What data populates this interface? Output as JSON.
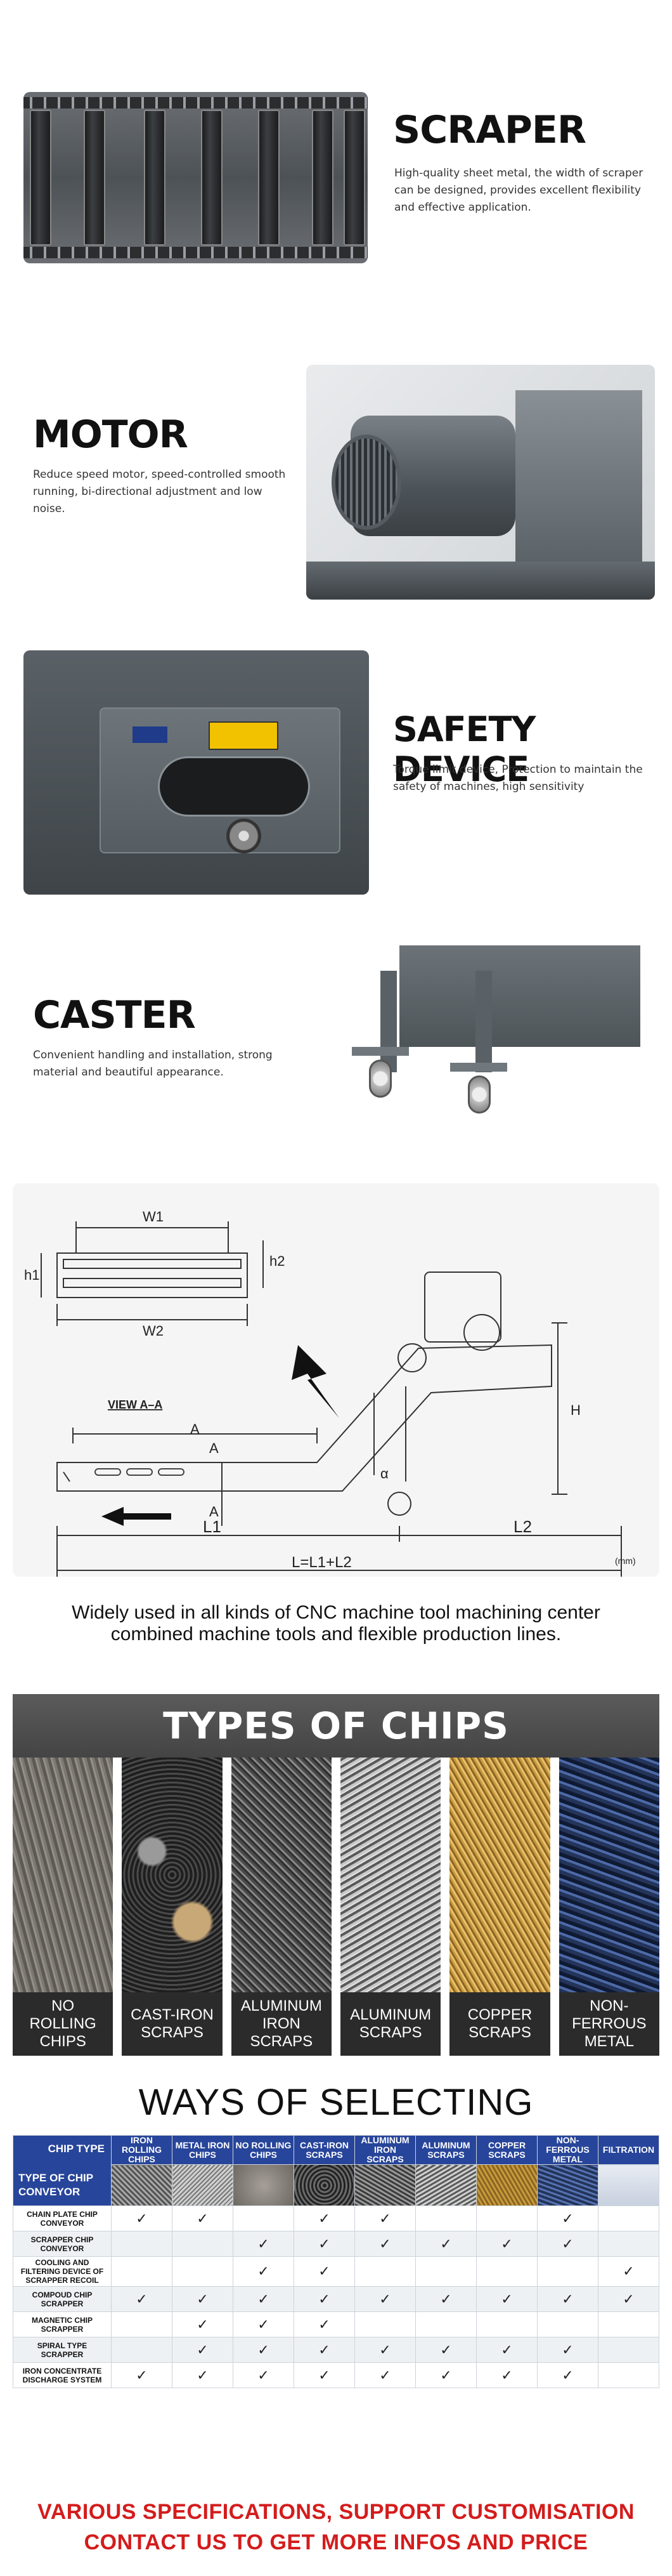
{
  "features": [
    {
      "title": "SCRAPER",
      "desc": "High-quality sheet metal, the width of scraper can be designed, provides excellent flexibility and effective application."
    },
    {
      "title": "MOTOR",
      "desc": "Reduce speed motor, speed-controlled smooth running, bi-directional adjustment and low noise."
    },
    {
      "title": "SAFETY DEVICE",
      "desc": "Torque limit device, Protection to maintain the safety of machines, high sensitivity"
    },
    {
      "title": "CASTER",
      "desc": "Convenient handling and installation, strong material and beautiful appearance."
    }
  ],
  "diagram": {
    "w1": "W1",
    "w2": "W2",
    "h1": "h1",
    "h2": "h2",
    "h": "H",
    "view": "VIEW A–A",
    "a": "A",
    "alpha": "α",
    "l1": "L1",
    "l2": "L2",
    "l": "L=L1+L2",
    "unit": "(mm)"
  },
  "usage_text": [
    "Widely used in all kinds of CNC machine tool machining center",
    "combined machine tools and flexible production lines."
  ],
  "chips": {
    "title": "TYPES OF CHIPS",
    "items": [
      "NO ROLLING CHIPS",
      "CAST-IRON SCRAPS",
      "ALUMINUM IRON SCRAPS",
      "ALUMINUM SCRAPS",
      "COPPER SCRAPS",
      "NON-FERROUS METAL"
    ]
  },
  "selecting": {
    "title": "WAYS OF SELECTING",
    "corner_top": "CHIP TYPE",
    "corner_bottom": "TYPE OF CHIP CONVEYOR",
    "columns": [
      "IRON ROLLING CHIPS",
      "METAL IRON CHIPS",
      "NO ROLLING CHIPS",
      "CAST-IRON SCRAPS",
      "ALUMINUM IRON SCRAPS",
      "ALUMINUM SCRAPS",
      "COPPER SCRAPS",
      "NON-FERROUS METAL",
      "FILTRATION"
    ],
    "check": "✓",
    "rows": [
      {
        "name": "CHAIN PLATE CHIP CONVEYOR",
        "marks": [
          1,
          1,
          0,
          1,
          1,
          0,
          0,
          1,
          0
        ]
      },
      {
        "name": "SCRAPPER CHIP CONVEYOR",
        "marks": [
          0,
          0,
          1,
          1,
          1,
          1,
          1,
          1,
          0
        ]
      },
      {
        "name": "COOLING AND FILTERING DEVICE OF SCRAPPER RECOIL",
        "marks": [
          0,
          0,
          1,
          1,
          0,
          0,
          0,
          0,
          1
        ]
      },
      {
        "name": "COMPOUD CHIP SCRAPPER",
        "marks": [
          1,
          1,
          1,
          1,
          1,
          1,
          1,
          1,
          1
        ]
      },
      {
        "name": "MAGNETIC CHIP SCRAPPER",
        "marks": [
          0,
          1,
          1,
          1,
          0,
          0,
          0,
          0,
          0
        ]
      },
      {
        "name": "SPIRAL TYPE SCRAPPER",
        "marks": [
          0,
          1,
          1,
          1,
          1,
          1,
          1,
          1,
          0
        ]
      },
      {
        "name": "IRON CONCENTRATE DISCHARGE SYSTEM",
        "marks": [
          1,
          1,
          1,
          1,
          1,
          1,
          1,
          1,
          0
        ]
      }
    ]
  },
  "footer": [
    "VARIOUS SPECIFICATIONS, SUPPORT CUSTOMISATION",
    "CONTACT US TO GET MORE INFOS AND PRICE"
  ]
}
